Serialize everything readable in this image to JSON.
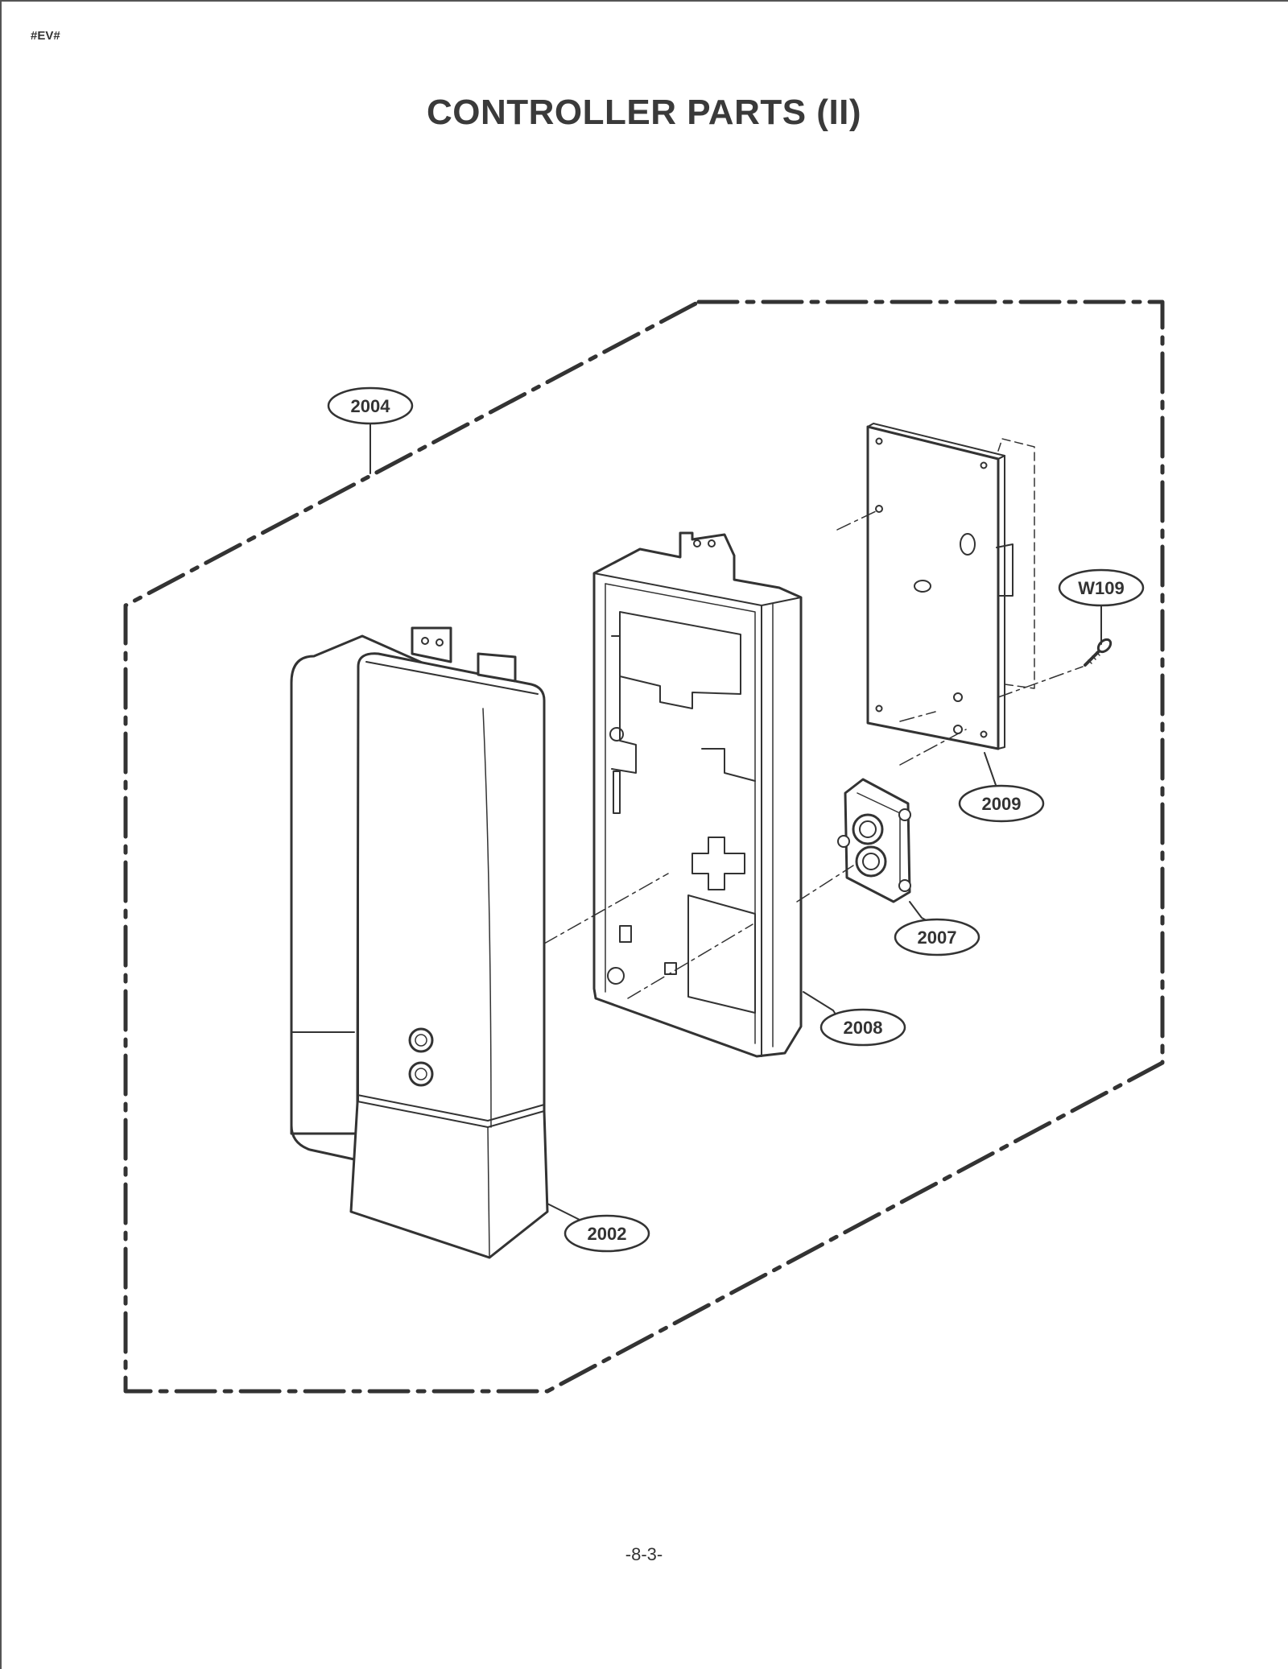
{
  "header": {
    "doc_code": "#EV#"
  },
  "title": "CONTROLLER PARTS (II)",
  "callouts": {
    "c2004": "2004",
    "cW109": "W109",
    "c2009": "2009",
    "c2007": "2007",
    "c2008": "2008",
    "c2002": "2002"
  },
  "footer": {
    "page_number": "-8-3-"
  },
  "colors": {
    "line": "#333333",
    "background": "#ffffff"
  }
}
